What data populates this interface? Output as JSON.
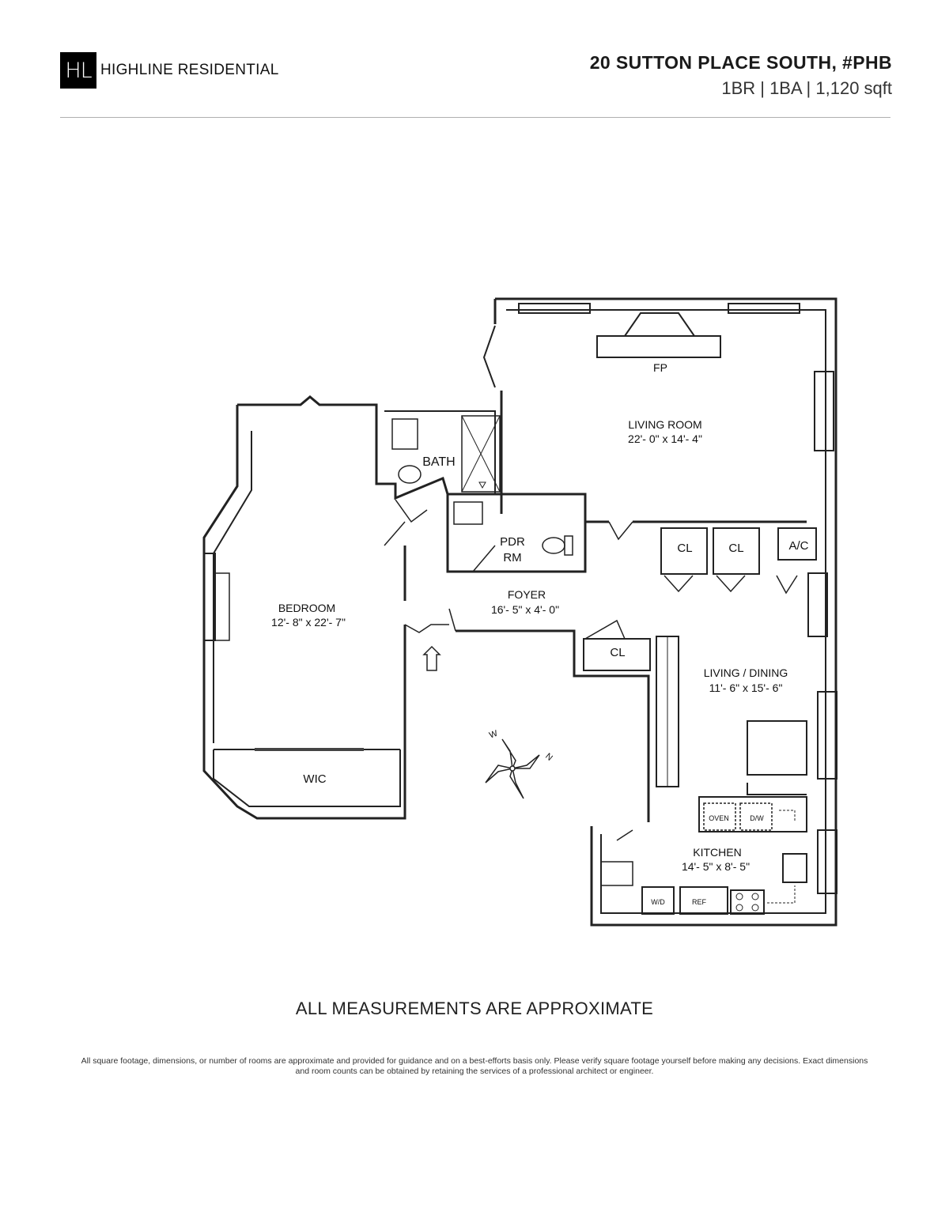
{
  "header": {
    "logo_letters": "HL",
    "brand": "HIGHLINE RESIDENTIAL",
    "address": "20 SUTTON PLACE SOUTH, #PHB",
    "specs": "1BR | 1BA | 1,120 sqft"
  },
  "rooms": {
    "fp": "FP",
    "living_room": {
      "name": "LIVING ROOM",
      "dims": "22'- 0\" x 14'- 4\""
    },
    "bath": "BATH",
    "pdr_line1": "PDR",
    "pdr_line2": "RM",
    "closet_1": "CL",
    "closet_2": "CL",
    "ac": "A/C",
    "bedroom": {
      "name": "BEDROOM",
      "dims": "12'- 8\" x 22'- 7\""
    },
    "foyer": {
      "name": "FOYER",
      "dims": "16'- 5\" x 4'- 0\""
    },
    "foyer_closet": "CL",
    "living_dining": {
      "name": "LIVING / DINING",
      "dims": "11'- 6\" x 15'- 6\""
    },
    "wic": "WIC",
    "kitchen": {
      "name": "KITCHEN",
      "dims": "14'- 5\" x 8'- 5\""
    },
    "oven": "OVEN",
    "dw": "D/W",
    "wd": "W/D",
    "ref": "REF"
  },
  "compass": {
    "w": "W",
    "n": "N"
  },
  "colors": {
    "ink": "#1a1a1a",
    "wall": "#222222",
    "rule": "#b0b0b0"
  },
  "footer": {
    "approx": "ALL MEASUREMENTS ARE APPROXIMATE",
    "disclaimer": "All square footage, dimensions, or number of rooms are approximate and provided for guidance and on a best-efforts basis only. Please verify square footage yourself before making any decisions. Exact dimensions and room counts can be obtained by retaining the services of a professional architect or engineer."
  }
}
